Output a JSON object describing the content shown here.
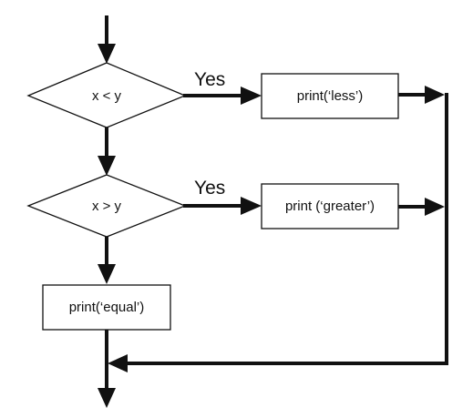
{
  "diagram": {
    "decisions": [
      {
        "id": "cond1",
        "label": "x < y"
      },
      {
        "id": "cond2",
        "label": "x > y"
      }
    ],
    "processes": [
      {
        "id": "less",
        "label": "print(‘less’)"
      },
      {
        "id": "greater",
        "label": "print (‘greater’)"
      },
      {
        "id": "equal",
        "label": "print(‘equal’)"
      }
    ],
    "edge_labels": [
      {
        "from": "cond1",
        "to": "less",
        "label": "Yes"
      },
      {
        "from": "cond2",
        "to": "greater",
        "label": "Yes"
      }
    ],
    "line_color": "#111111",
    "background_color": "#ffffff"
  }
}
